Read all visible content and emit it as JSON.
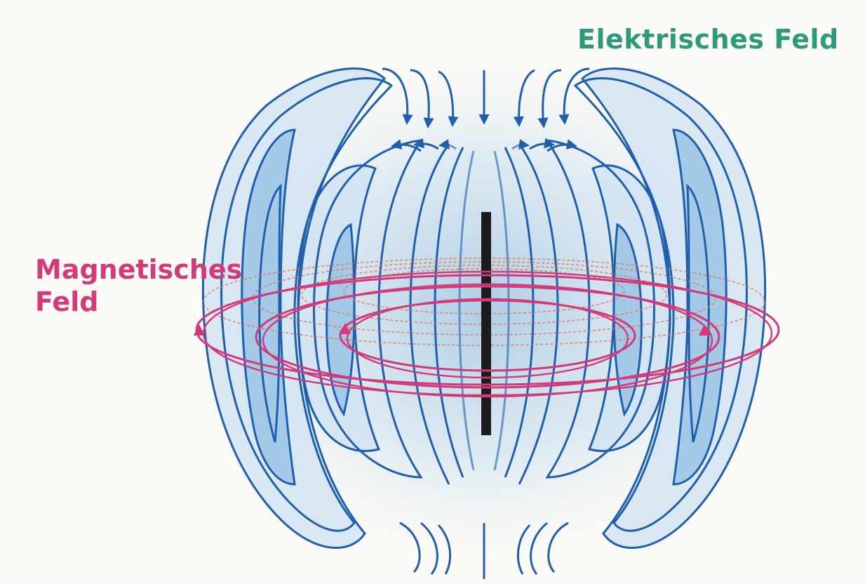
{
  "labels": {
    "electric_field": "Elektrisches Feld",
    "magnetic_field_line1": "Magnetisches",
    "magnetic_field_line2": "Feld"
  },
  "colors": {
    "background": "#fbfaf6",
    "electric_label": "#2e9a7a",
    "magnetic_label": "#d23a78",
    "electric_field_lines": "#1f5fae",
    "field_fill_light": "#cfe2f2",
    "field_fill_dark": "#8fbde2",
    "magnetic_field_lines": "#d23a78",
    "magnetic_field_lines_faint": "#e8703c",
    "antenna": "#1c1c1c"
  },
  "icons": {
    "antenna": "dipole-antenna-bar",
    "field_arrows": "arrowhead-icon"
  }
}
